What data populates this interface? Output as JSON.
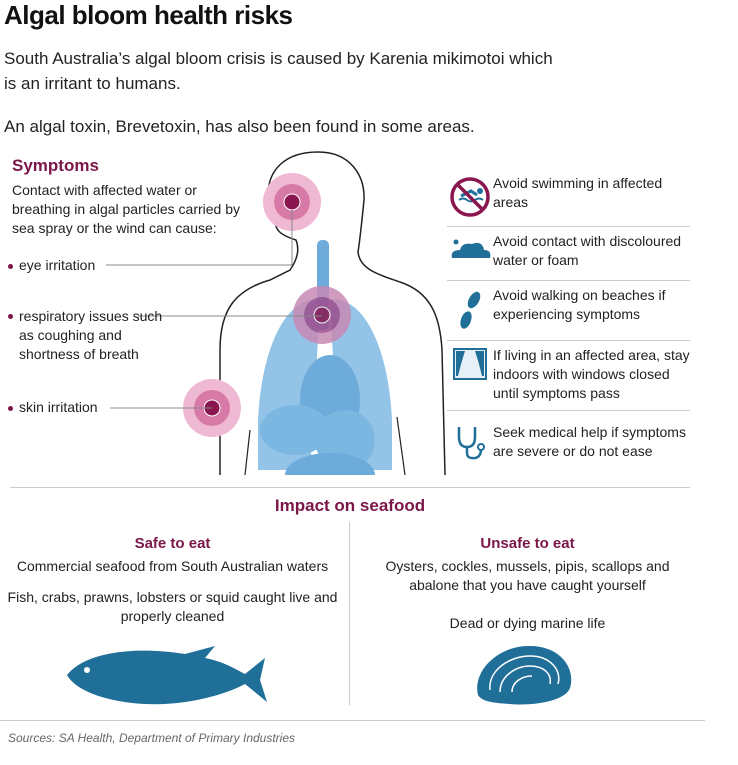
{
  "title": "Algal bloom health risks",
  "intro": [
    "South Australia’s algal bloom crisis is caused by Karenia mikimotoi which is an irritant to humans.",
    "An algal toxin, Brevetoxin, has also been found in some areas."
  ],
  "symptoms": {
    "heading": "Symptoms",
    "description": "Contact with affected water or breathing in algal particles carried by sea spray or the wind can cause:",
    "items": [
      "eye irritation",
      "respiratory issues such as coughing and shortness of breath",
      "skin irritation"
    ]
  },
  "advice": [
    {
      "icon": "no-swimming-icon",
      "text": "Avoid swimming in affected areas"
    },
    {
      "icon": "foam-icon",
      "text": "Avoid contact with discoloured water or foam"
    },
    {
      "icon": "footprints-icon",
      "text": "Avoid walking on beaches if experiencing symptoms"
    },
    {
      "icon": "window-icon",
      "text": "If living in an affected area, stay indoors with windows closed until symptoms pass"
    },
    {
      "icon": "stethoscope-icon",
      "text": "Seek medical help if symptoms are severe or do not ease"
    }
  ],
  "seafood": {
    "heading": "Impact on seafood",
    "safe": {
      "heading": "Safe to eat",
      "items": [
        "Commercial seafood from South Australian waters",
        "Fish, crabs, prawns, lobsters or squid caught live and properly cleaned"
      ]
    },
    "unsafe": {
      "heading": "Unsafe to eat",
      "items": [
        "Oysters, cockles, mussels, pipis, scallops and abalone that you have caught yourself",
        "Dead or dying marine life"
      ]
    }
  },
  "sources": "Sources: SA Health, Department of Primary Industries",
  "colors": {
    "accent": "#7a1648",
    "blue": "#1f6f99",
    "organs": "#6fb0e0"
  }
}
